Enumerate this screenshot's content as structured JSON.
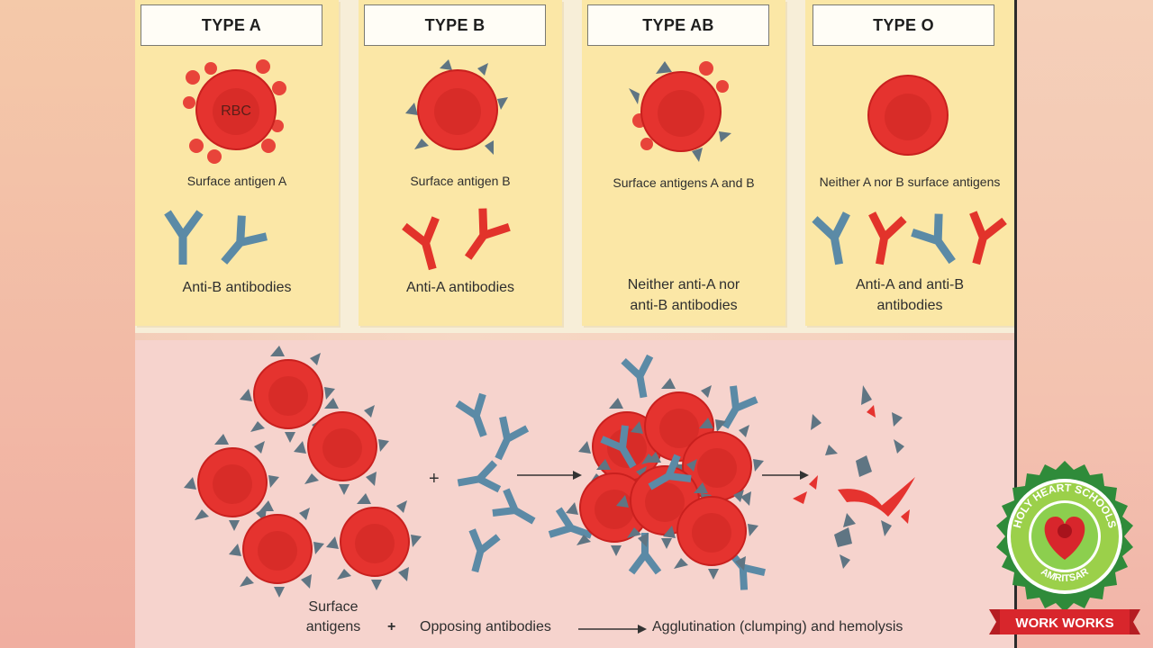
{
  "types": [
    {
      "title": "TYPE A",
      "antigen_label": "Surface antigen A",
      "antibody_label": "Anti-B antibodies"
    },
    {
      "title": "TYPE B",
      "antigen_label": "Surface antigen B",
      "antibody_label": "Anti-A antibodies"
    },
    {
      "title": "TYPE AB",
      "antigen_label": "Surface antigens A and B",
      "antibody_label_line1": "Neither anti-A nor",
      "antibody_label_line2": "anti-B antibodies"
    },
    {
      "title": "TYPE O",
      "antigen_label": "Neither A nor B surface antigens",
      "antibody_label_line1": "Anti-A and anti-B",
      "antibody_label_line2": "antibodies"
    }
  ],
  "rbc_label": "RBC",
  "process": {
    "surface_line1": "Surface",
    "surface_line2": "antigens",
    "plus": "+",
    "opposing": "Opposing antibodies",
    "result": "Agglutination (clumping) and hemolysis"
  },
  "logo": {
    "ring_top": "HOLY HEART SCHOOLS",
    "ring_bottom": "AMRITSAR",
    "banner": "WORK WORKS"
  },
  "colors": {
    "rbc": "#e5332f",
    "rbc_dark": "#c9201e",
    "antigen_a": "#e8443a",
    "antigen_b": "#5f7583",
    "anti_a": "#e2332b",
    "anti_b": "#5b8aa6",
    "logo_green": "#2f8b3a",
    "logo_red": "#d8262c"
  }
}
